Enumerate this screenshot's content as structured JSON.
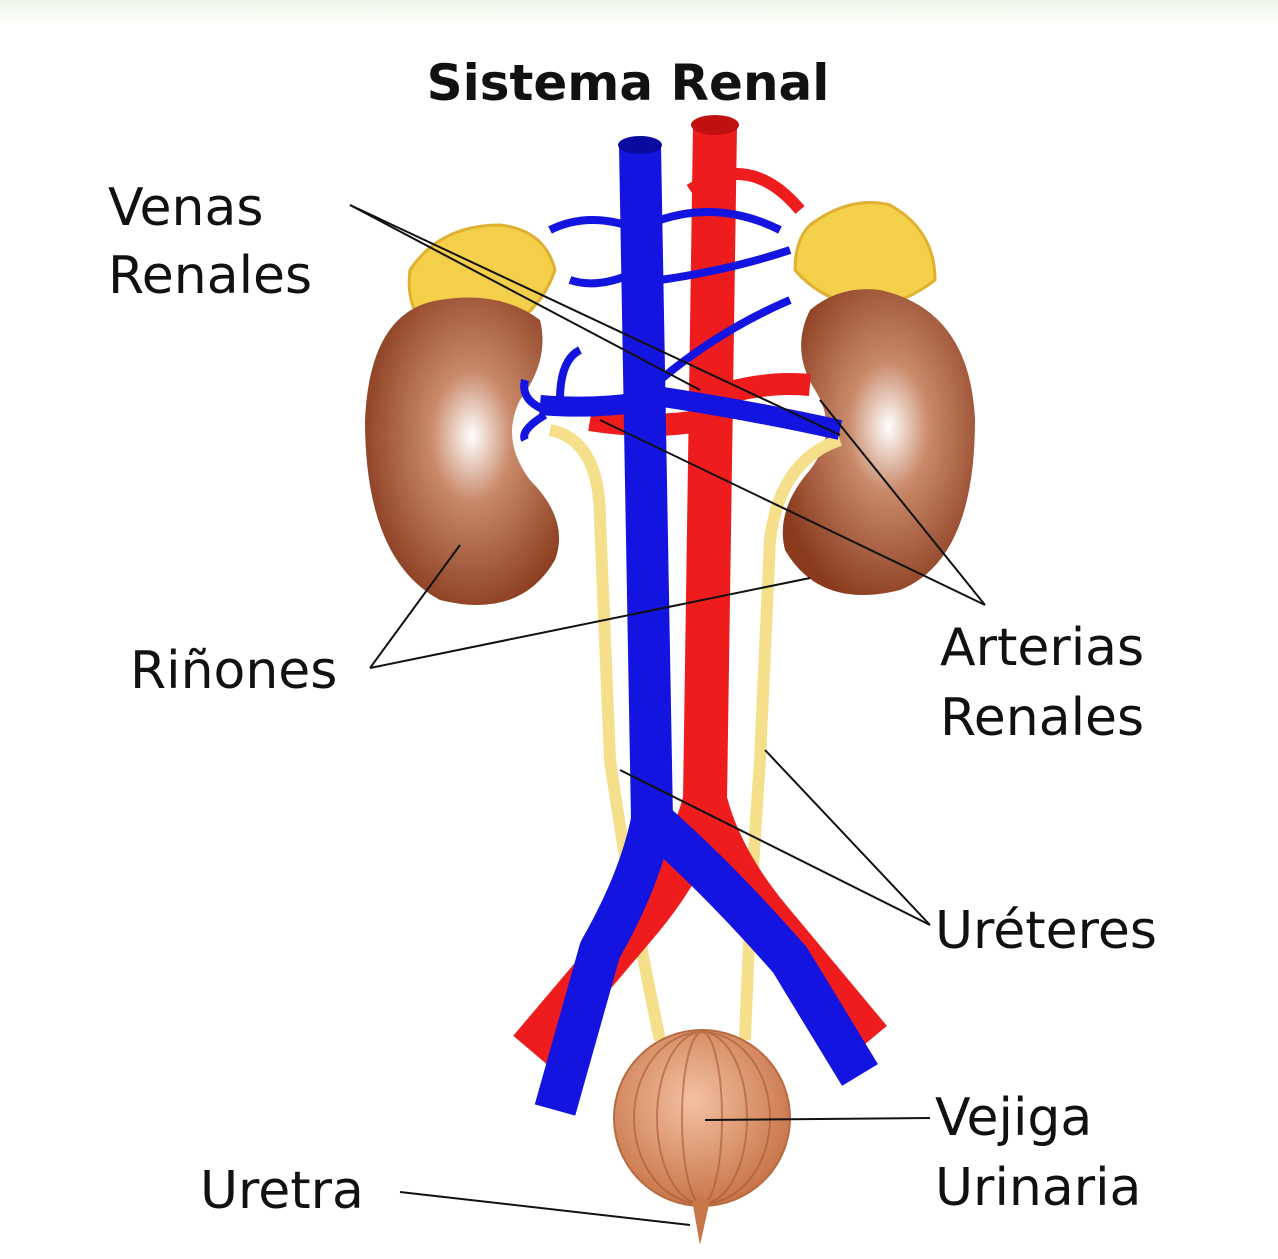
{
  "title": "Sistema Renal",
  "labels": {
    "venas_line1": "Venas",
    "venas_line2": "Renales",
    "rinones": "Riñones",
    "arterias_line1": "Arterias",
    "arterias_line2": "Renales",
    "ureteres": "Uréteres",
    "vejiga_line1": "Vejiga",
    "vejiga_line2": "Urinaria",
    "uretra": "Uretra"
  },
  "colors": {
    "vein": "#1414e0",
    "artery": "#ee1c1c",
    "kidney": "#a0522d",
    "adrenal": "#f3cf4a",
    "ureter": "#f5df8a",
    "bladder": "#d9875a"
  }
}
